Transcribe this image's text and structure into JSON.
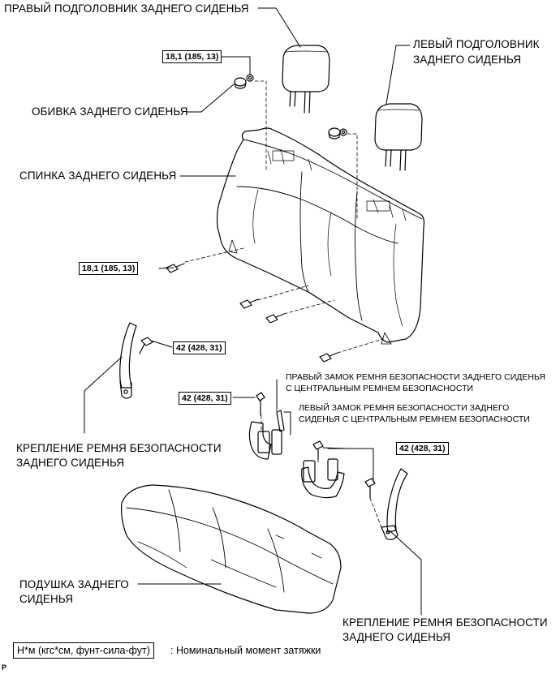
{
  "labels": {
    "right_headrest": "ПРАВЫЙ ПОДГОЛОВНИК ЗАДНЕГО СИДЕНЬЯ",
    "left_headrest_1": "ЛЕВЫЙ ПОДГОЛОВНИК",
    "left_headrest_2": "ЗАДНЕГО СИДЕНЬЯ",
    "seat_trim": "ОБИВКА ЗАДНЕГО СИДЕНЬЯ",
    "seat_back": "СПИНКА ЗАДНЕГО СИДЕНЬЯ",
    "right_buckle_1": "ПРАВЫЙ ЗАМОК РЕМНЯ БЕЗОПАСНОСТИ ЗАДНЕГО СИДЕНЬЯ",
    "right_buckle_2": "С ЦЕНТРАЛЬНЫМ РЕМНЕМ БЕЗОПАСНОСТИ",
    "left_buckle_1": "ЛЕВЫЙ ЗАМОК РЕМНЯ БЕЗОПАСНОСТИ ЗАДНЕГО",
    "left_buckle_2": "СИДЕНЬЯ С ЦЕНТРАЛЬНЫМ РЕМНЕМ БЕЗОПАСНОСТИ",
    "belt_anchor_left_1": "КРЕПЛЕНИЕ РЕМНЯ БЕЗОПАСНОСТИ",
    "belt_anchor_left_2": "ЗАДНЕГО СИДЕНЬЯ",
    "cushion_1": "ПОДУШКА ЗАДНЕГО",
    "cushion_2": "СИДЕНЬЯ",
    "belt_anchor_right_1": "КРЕПЛЕНИЕ РЕМНЯ БЕЗОПАСНОСТИ",
    "belt_anchor_right_2": "ЗАДНЕГО СИДЕНЬЯ"
  },
  "torque": {
    "headrest_nut": "18,1 (185, 13)",
    "seatback_bolt": "18,1 (185, 13)",
    "anchor_bolt_left": "42 (428, 31)",
    "right_buckle_bolt": "42 (428, 31)",
    "left_buckle_bolt": "42 (428, 31)"
  },
  "legend": {
    "unit": "Н*м (кгс*см, фунт-сила-фут)",
    "text": ": Номинальный момент затяжки"
  },
  "page_mark": "P"
}
